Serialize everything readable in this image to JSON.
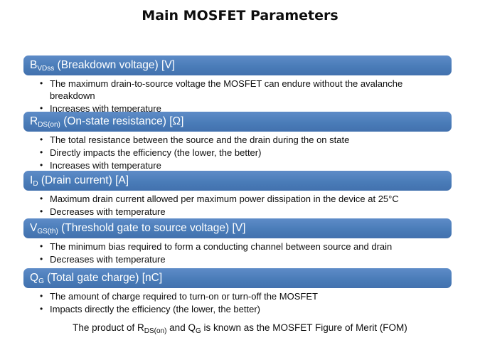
{
  "slide": {
    "title": "Main MOSFET Parameters",
    "accent_color": "#4f81bd",
    "header_text_color": "#ffffff",
    "sections": [
      {
        "symbol_main": "B",
        "symbol_sub": "VDss",
        "header_rest": " (Breakdown voltage) [V]",
        "bullets": [
          "The maximum drain-to-source voltage the MOSFET can endure without the avalanche breakdown",
          "Increases with temperature"
        ]
      },
      {
        "symbol_main": "R",
        "symbol_sub": "DS(on)",
        "header_rest": " (On-state resistance) [Ω]",
        "bullets": [
          "The total resistance between the source and the drain during the on state",
          "Directly impacts the efficiency (the lower, the better)",
          "Increases with temperature"
        ]
      },
      {
        "symbol_main": "I",
        "symbol_sub": "D",
        "header_rest": " (Drain current) [A]",
        "bullets": [
          "Maximum drain current allowed per maximum power dissipation in the device at 25°C",
          "Decreases with temperature"
        ]
      },
      {
        "symbol_main": "V",
        "symbol_sub": "GS(th)",
        "header_rest": " (Threshold gate to source voltage) [V]",
        "bullets": [
          "The minimum bias required to form a conducting channel between source and drain",
          "Decreases with temperature"
        ]
      },
      {
        "symbol_main": "Q",
        "symbol_sub": "G",
        "header_rest": " (Total gate charge) [nC]",
        "bullets": [
          "The amount of charge required to turn-on or turn-off the MOSFET",
          "Impacts directly the efficiency (the lower, the better)"
        ]
      }
    ],
    "footer": {
      "part1": "The product of R",
      "sub1": "DS(on)",
      "part2": " and Q",
      "sub2": "G",
      "part3": " is known as the MOSFET Figure of Merit (FOM)"
    }
  }
}
